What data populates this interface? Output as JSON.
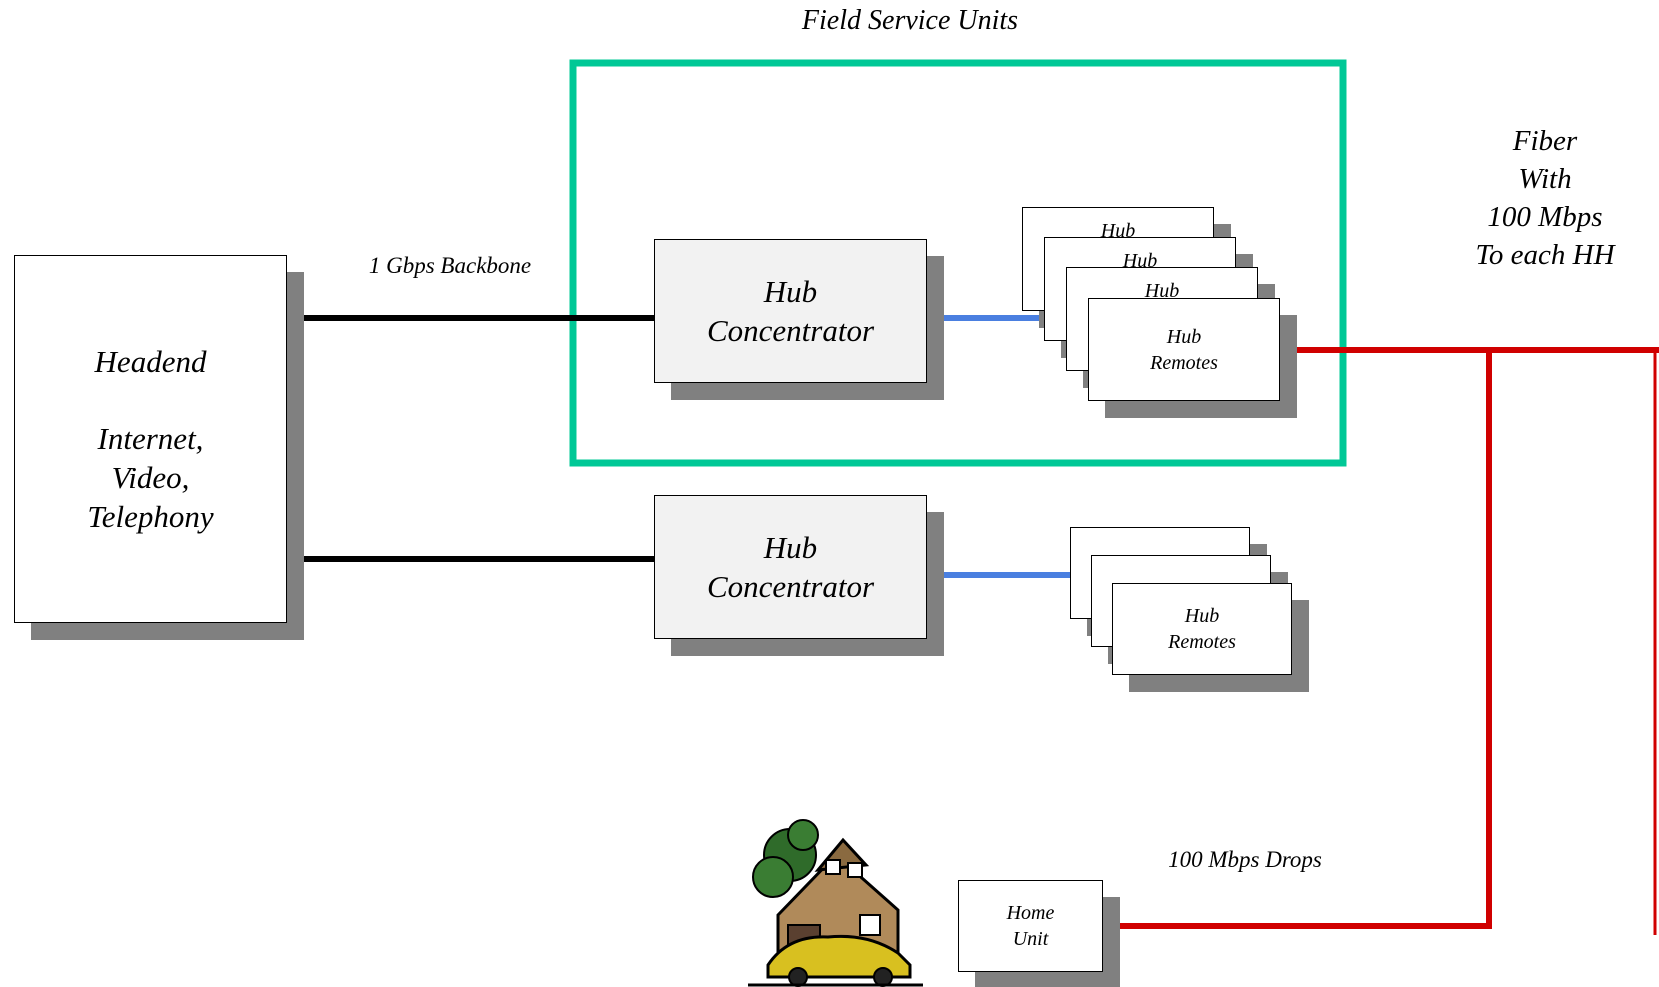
{
  "title": "Field Service Units",
  "headend": {
    "name": "Headend",
    "services": [
      "Internet,",
      "Video,",
      "Telephony"
    ]
  },
  "backbone_label": "1 Gbps Backbone",
  "concentrator": {
    "line1": "Hub",
    "line2": "Concentrator"
  },
  "hub_remote": {
    "line1": "Hub",
    "line2": "Remotes"
  },
  "hub_remote_partial": "Hub",
  "fiber_label": [
    "Fiber",
    "With",
    "100 Mbps",
    "To each HH"
  ],
  "drops_label": "100 Mbps Drops",
  "home_unit": {
    "line1": "Home",
    "line2": "Unit"
  },
  "colors": {
    "field_box": "#00c896",
    "backbone": "#000000",
    "hub_link": "#4a7fe0",
    "fiber": "#d00000",
    "shadow": "#808080",
    "box_fill": "#f2f2f2"
  },
  "icons": {
    "house": "house-with-car-icon"
  }
}
